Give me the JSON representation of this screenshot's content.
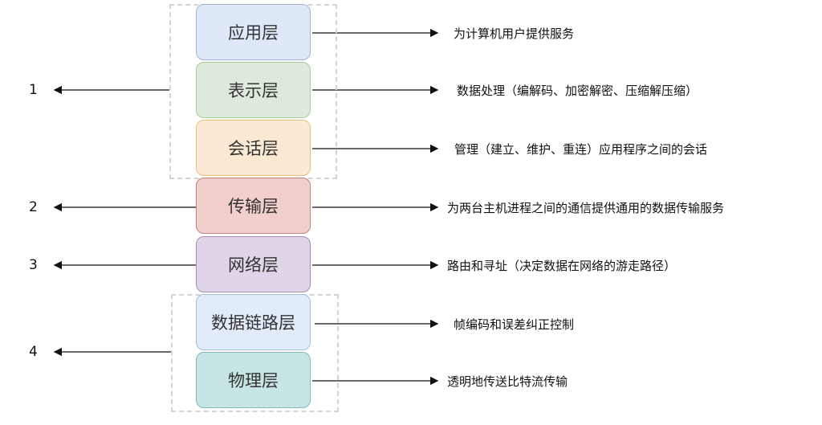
{
  "layers": [
    {
      "name": "应用层",
      "desc": "为计算机用户提供服务",
      "fill": "#dfe8f8",
      "stroke": "#9db4d8"
    },
    {
      "name": "表示层",
      "desc": "数据处理（编解码、加密解密、压缩解压缩）",
      "fill": "#dde9da",
      "stroke": "#a9c9a0"
    },
    {
      "name": "会话层",
      "desc": "管理（建立、维护、重连）应用程序之间的会话",
      "fill": "#fbe9d3",
      "stroke": "#e4c27a"
    },
    {
      "name": "传输层",
      "desc": "为两台主机进程之间的通信提供通用的数据传输服务",
      "fill": "#f2cfcd",
      "stroke": "#c48480"
    },
    {
      "name": "网络层",
      "desc": "路由和寻址（决定数据在网络的游走路径）",
      "fill": "#e0d5e6",
      "stroke": "#a98cb8"
    },
    {
      "name": "数据链路层",
      "desc": "帧编码和误差纠正控制",
      "fill": "#e1ebfa",
      "stroke": "#a6bedd"
    },
    {
      "name": "物理层",
      "desc": "透明地传送比特流传输",
      "fill": "#c8e5e5",
      "stroke": "#84b8bc"
    }
  ],
  "groups": [
    "1",
    "2",
    "3",
    "4"
  ]
}
